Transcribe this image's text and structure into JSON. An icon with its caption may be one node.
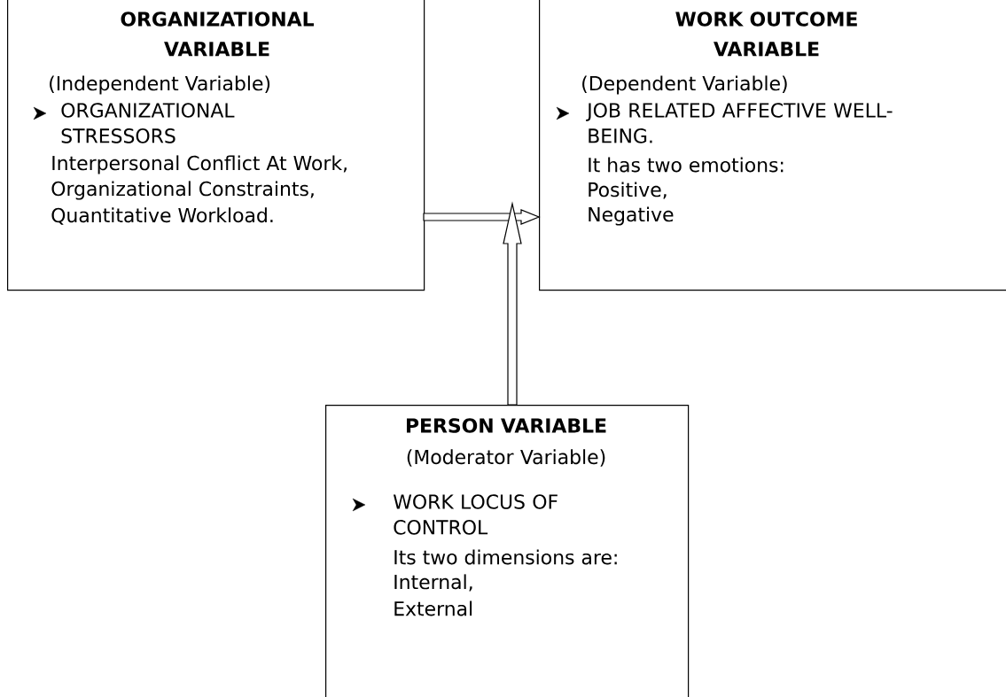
{
  "diagram": {
    "nodes": [
      {
        "text": [
          "ORGANIZATIONAL VARIABLE",
          "(Independent Variable)",
          "ORGANIZATIONAL STRESSORS",
          "Interpersonal Conflict At Work,",
          "Organizational Constraints,",
          "Quantitative Workload."
        ]
      },
      {
        "text": [
          "WORK OUTCOME VARIABLE",
          "(Dependent Variable)",
          "JOB RELATED AFFECTIVE WELL-BEING.",
          "It has two emotions:",
          "Positive,",
          "Negative"
        ]
      },
      {
        "text": [
          "PERSON VARIABLE",
          "(Moderator Variable)",
          "WORK LOCUS OF CONTROL",
          "Its two dimensions are:",
          "Internal,",
          "External"
        ]
      }
    ],
    "edges": [
      {
        "from": 0,
        "to": 1,
        "arrow": "to"
      },
      {
        "from": 2,
        "to": null,
        "arrow": "to"
      }
    ]
  }
}
